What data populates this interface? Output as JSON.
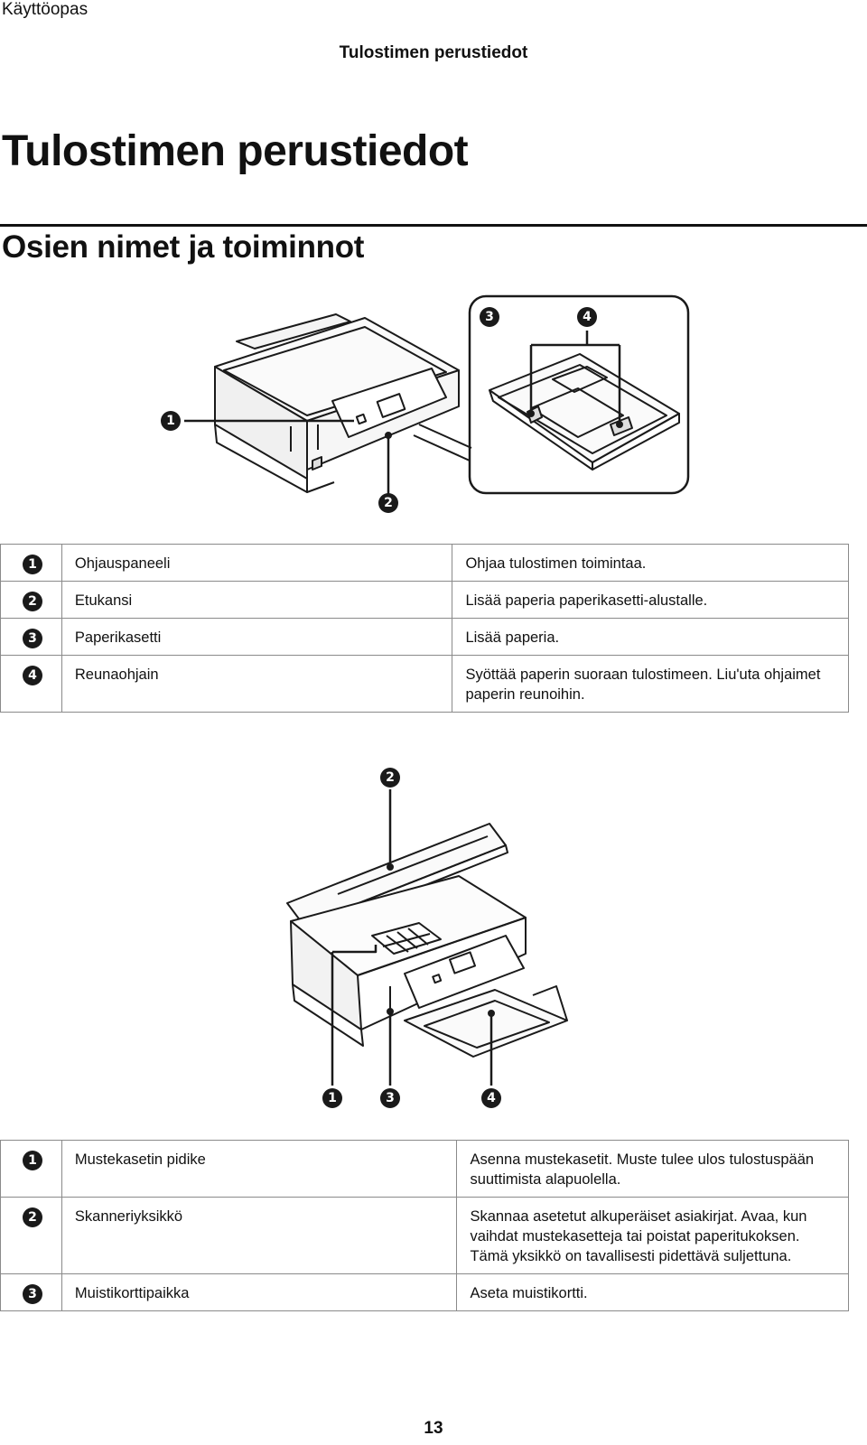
{
  "header": {
    "running_title": "Käyttöopas",
    "section_title": "Tulostimen perustiedot"
  },
  "heading1": "Tulostimen perustiedot",
  "heading2": "Osien nimet ja toiminnot",
  "figure1": {
    "callouts": [
      "1",
      "2",
      "3",
      "4"
    ]
  },
  "table1": {
    "rows": [
      {
        "num": "1",
        "name": "Ohjauspaneeli",
        "desc": "Ohjaa tulostimen toimintaa."
      },
      {
        "num": "2",
        "name": "Etukansi",
        "desc": "Lisää paperia paperikasetti-alustalle."
      },
      {
        "num": "3",
        "name": "Paperikasetti",
        "desc": "Lisää paperia."
      },
      {
        "num": "4",
        "name": "Reunaohjain",
        "desc": "Syöttää paperin suoraan tulostimeen. Liu'uta ohjaimet paperin reunoihin."
      }
    ]
  },
  "figure2": {
    "callouts": [
      "2",
      "1",
      "3",
      "4"
    ]
  },
  "table2": {
    "rows": [
      {
        "num": "1",
        "name": "Mustekasetin pidike",
        "desc": "Asenna mustekasetit. Muste tulee ulos tulostuspään suuttimista alapuolella."
      },
      {
        "num": "2",
        "name": "Skanneriyksikkö",
        "desc": "Skannaa asetetut alkuperäiset asiakirjat. Avaa, kun vaihdat mustekasetteja tai poistat paperitukoksen. Tämä yksikkö on tavallisesti pidettävä suljettuna."
      },
      {
        "num": "3",
        "name": "Muistikorttipaikka",
        "desc": "Aseta muistikortti."
      }
    ]
  },
  "footer": {
    "page_number": "13"
  }
}
